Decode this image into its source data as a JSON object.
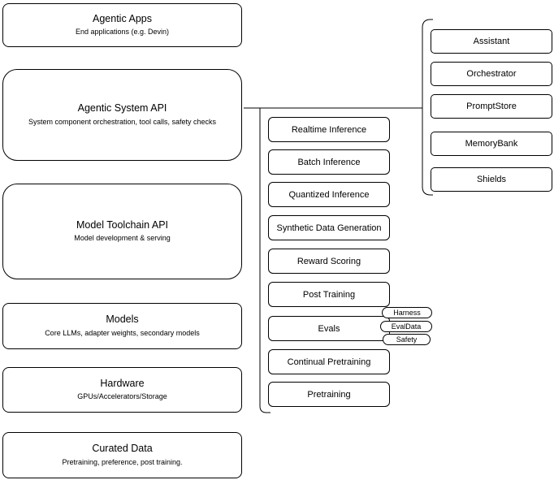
{
  "diagram": {
    "left_stack": [
      {
        "title": "Agentic Apps",
        "subtitle": "End applications (e.g. Devin)"
      },
      {
        "title": "Agentic System API",
        "subtitle": "System component orchestration, tool calls, safety checks"
      },
      {
        "title": "Model Toolchain API",
        "subtitle": "Model development & serving"
      },
      {
        "title": "Models",
        "subtitle": "Core LLMs, adapter weights, secondary models"
      },
      {
        "title": "Hardware",
        "subtitle": "GPUs/Accelerators/Storage"
      },
      {
        "title": "Curated Data",
        "subtitle": "Pretraining, preference, post training."
      }
    ],
    "toolchain_items": [
      "Realtime Inference",
      "Batch Inference",
      "Quantized Inference",
      "Synthetic Data Generation",
      "Reward Scoring",
      "Post Training",
      "Evals",
      "Continual Pretraining",
      "Pretraining"
    ],
    "evals_tags": [
      "Harness",
      "EvalData",
      "Safety"
    ],
    "system_components": [
      "Assistant",
      "Orchestrator",
      "PromptStore",
      "MemoryBank",
      "Shields"
    ],
    "colors": {
      "stroke": "#000000",
      "fill": "#ffffff"
    }
  }
}
